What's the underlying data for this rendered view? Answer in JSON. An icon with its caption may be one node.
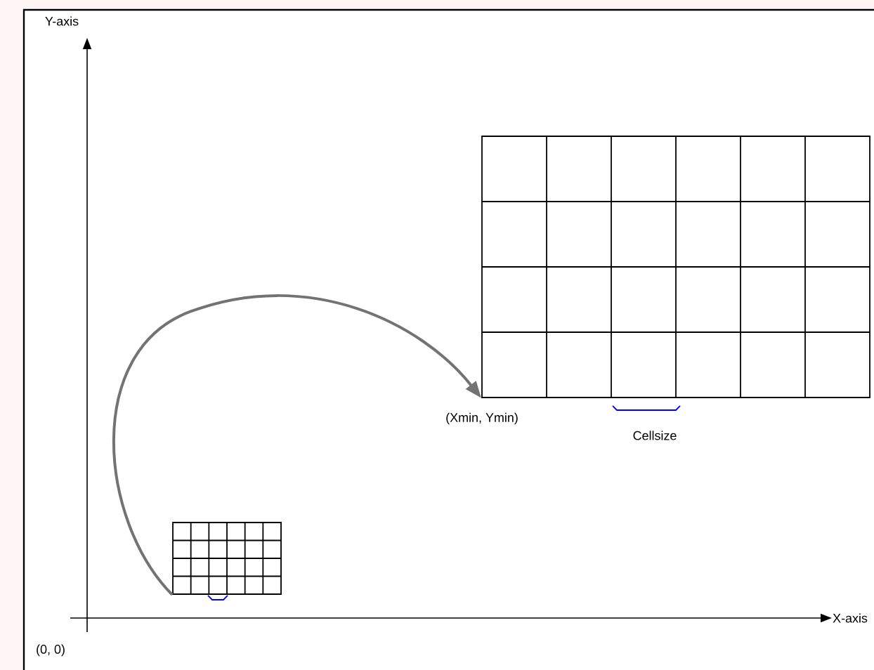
{
  "diagram": {
    "nodes": [
      {
        "text": [],
        "shape": "grid"
      },
      {
        "text": [],
        "shape": "grid"
      }
    ],
    "edges": [
      {
        "from": 0,
        "to": 1,
        "arrow": "to"
      }
    ],
    "labels": [
      "Y-axis",
      "X-axis",
      "(0, 0)",
      "(Xmin, Ymin)",
      "Cellsize"
    ]
  }
}
